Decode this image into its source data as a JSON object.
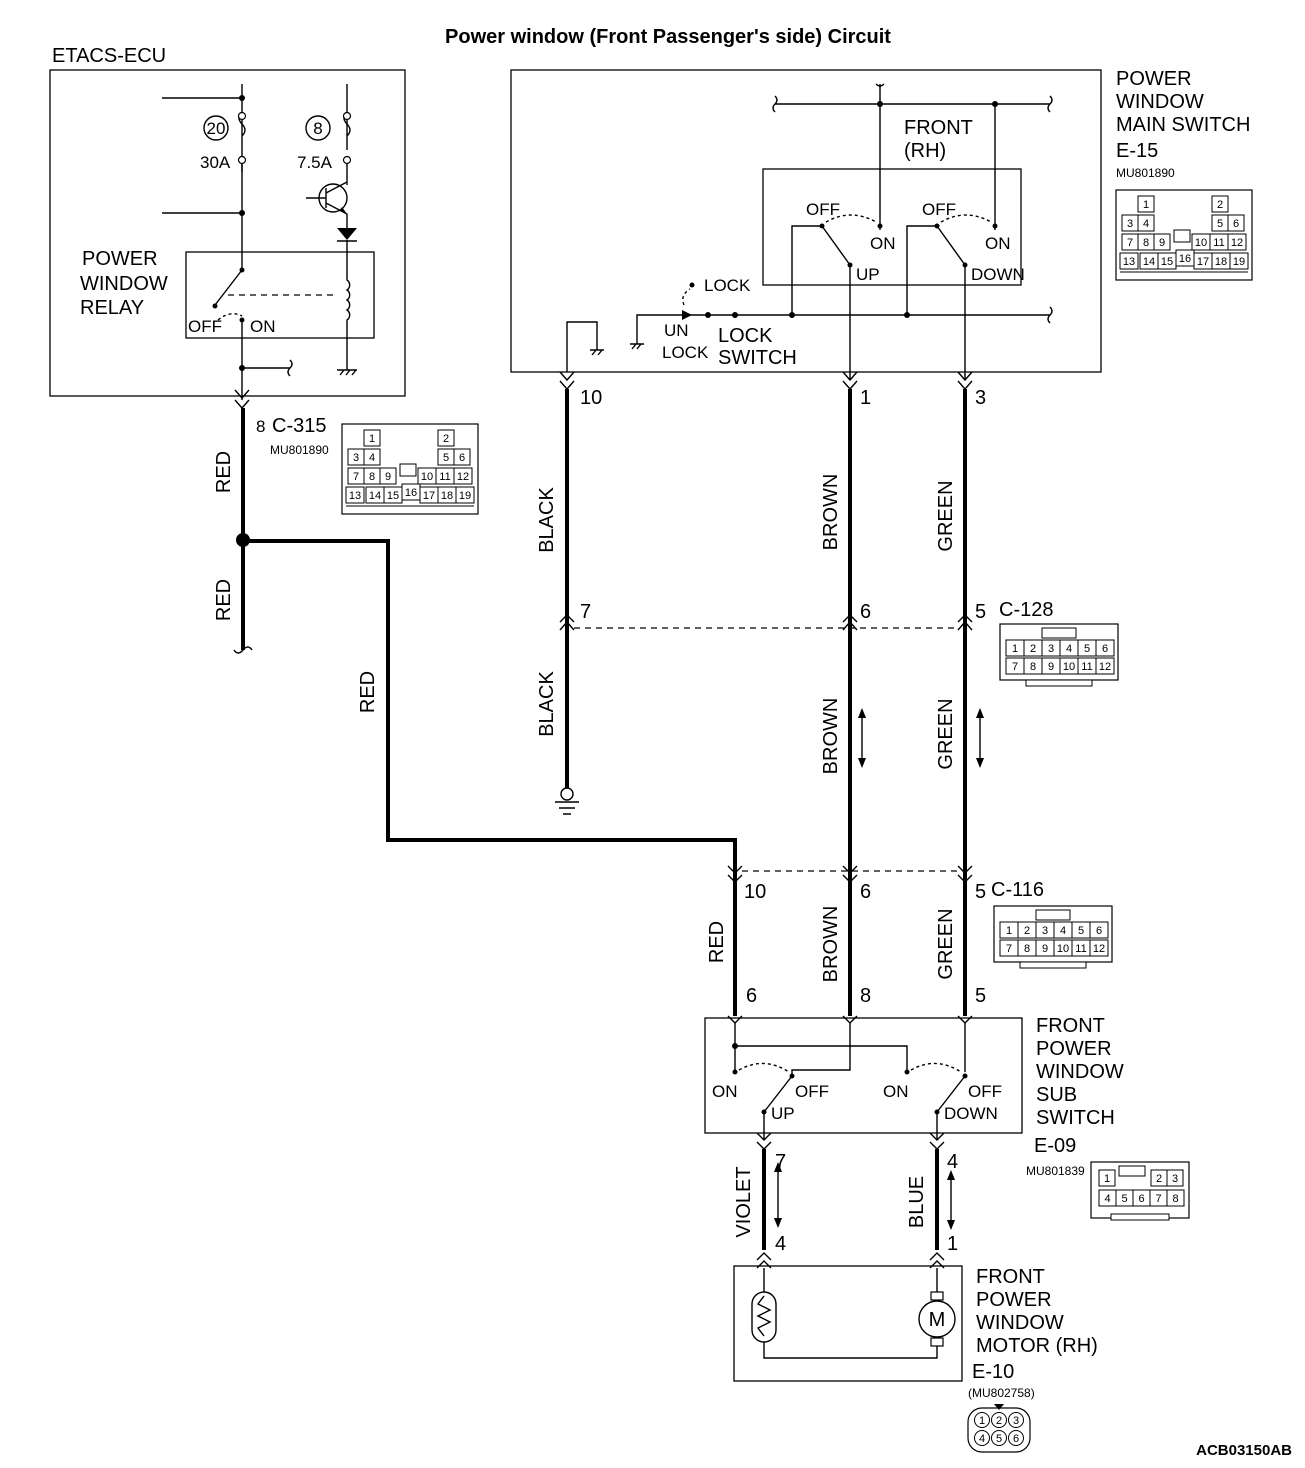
{
  "title": "Power window (Front Passenger's side) Circuit",
  "diagram_code": "ACB03150AB",
  "components": {
    "etacs": {
      "name": "ETACS-ECU",
      "fuse1_num": "20",
      "fuse1_rating": "30A",
      "fuse2_num": "8",
      "fuse2_rating": "7.5A",
      "relay_l1": "POWER",
      "relay_l2": "WINDOW",
      "relay_l3": "RELAY",
      "off": "OFF",
      "on": "ON"
    },
    "main_switch": {
      "l1": "POWER",
      "l2": "WINDOW",
      "l3": "MAIN SWITCH",
      "code": "E-15",
      "part": "MU801890",
      "front_rh_l1": "FRONT",
      "front_rh_l2": "(RH)",
      "off": "OFF",
      "on": "ON",
      "up": "UP",
      "down": "DOWN",
      "lock": "LOCK",
      "un": "UN",
      "unlock2": "LOCK",
      "lock_switch_l1": "LOCK",
      "lock_switch_l2": "SWITCH"
    },
    "sub_switch": {
      "l1": "FRONT",
      "l2": "POWER",
      "l3": "WINDOW",
      "l4": "SUB",
      "l5": "SWITCH",
      "code": "E-09",
      "part": "MU801839",
      "on": "ON",
      "off": "OFF",
      "up": "UP",
      "down": "DOWN"
    },
    "motor": {
      "l1": "FRONT",
      "l2": "POWER",
      "l3": "WINDOW",
      "l4": "MOTOR (RH)",
      "code": "E-10",
      "part": "(MU802758)"
    }
  },
  "connectors": {
    "c315": {
      "code": "C-315",
      "part": "MU801890",
      "pin": "8"
    },
    "c128": {
      "code": "C-128"
    },
    "c116": {
      "code": "C-116"
    },
    "pins22": [
      "1",
      "2",
      "3",
      "4",
      "5",
      "6",
      "7",
      "8",
      "9",
      "10",
      "11",
      "12",
      "13",
      "14",
      "15",
      "16",
      "17",
      "18",
      "19"
    ],
    "pins12": [
      "1",
      "2",
      "3",
      "4",
      "5",
      "6",
      "7",
      "8",
      "9",
      "10",
      "11",
      "12"
    ],
    "pins8": [
      "1",
      "2",
      "3",
      "4",
      "5",
      "6",
      "7",
      "8"
    ],
    "pins6": [
      "1",
      "2",
      "3",
      "4",
      "5",
      "6"
    ]
  },
  "wires": {
    "red_a": "RED",
    "red_b": "RED",
    "red_c": "RED",
    "red_d": "RED",
    "black_a": "BLACK",
    "black_b": "BLACK",
    "brown_a": "BROWN",
    "brown_b": "BROWN",
    "brown_c": "BROWN",
    "green_a": "GREEN",
    "green_b": "GREEN",
    "green_c": "GREEN",
    "violet": "VIOLET",
    "blue": "BLUE"
  },
  "pins": {
    "p10_top": "10",
    "p1_top": "1",
    "p3_top": "3",
    "p7_c128": "7",
    "p6_c128": "6",
    "p5_c128": "5",
    "p10_c116": "10",
    "p6_c116": "6",
    "p5_c116": "5",
    "p6_sub": "6",
    "p8_sub": "8",
    "p5_sub": "5",
    "p7_sub": "7",
    "p4_sub": "4",
    "p4_motor": "4",
    "p1_motor": "1"
  }
}
